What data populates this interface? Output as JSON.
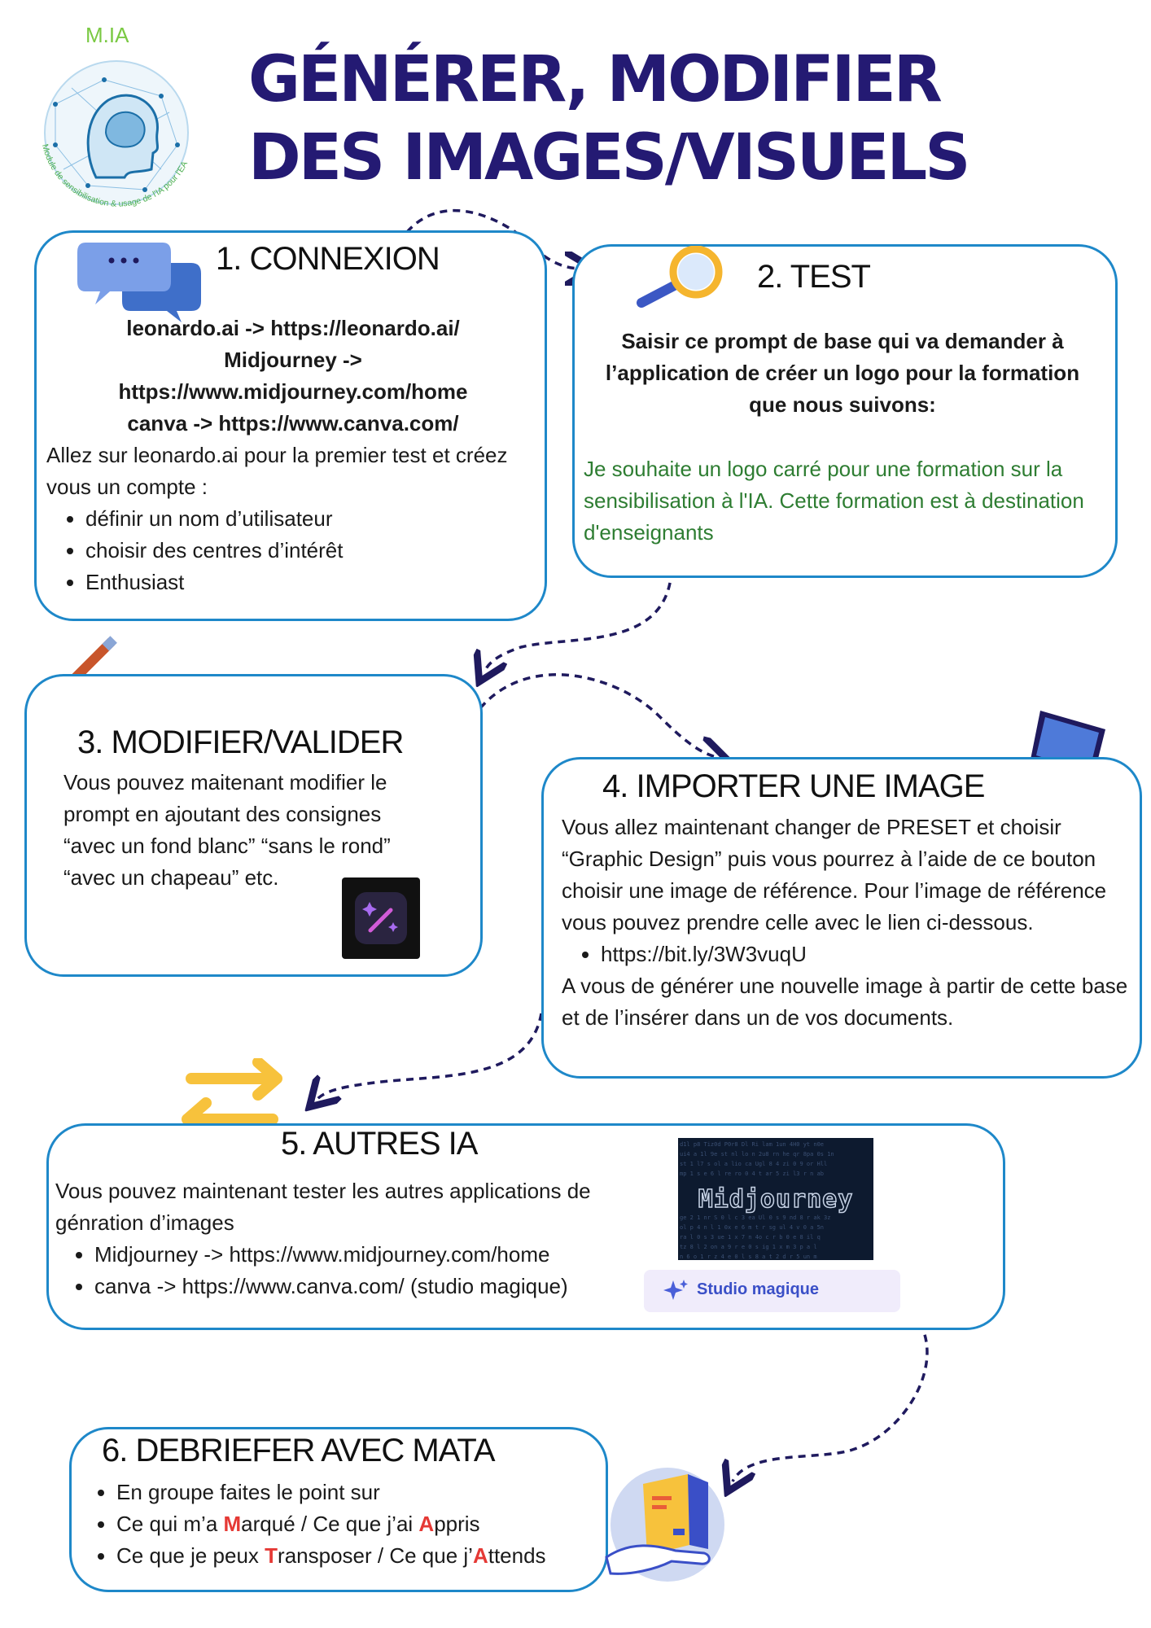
{
  "logo": {
    "label": "M.IA",
    "caption": "Module de sensibilisation & usage de l'IA pour l'EA"
  },
  "title": {
    "line1": "GÉNÉRER, MODIFIER",
    "line2": "DES IMAGES/VISUELS"
  },
  "step1": {
    "heading": "1. CONNEXION",
    "links": [
      "leonardo.ai -> https://leonardo.ai/",
      "Midjourney ->",
      "https://www.midjourney.com/home",
      "canva  -> https://www.canva.com/"
    ],
    "intro": "Allez sur leonardo.ai pour la premier test et créez vous un compte :",
    "items": [
      "définir un nom d’utilisateur",
      "choisir des centres d’intérêt",
      "Enthusiast"
    ]
  },
  "step2": {
    "heading": "2. TEST",
    "instruction": "Saisir ce prompt de base qui va demander à l’application de créer un logo pour la formation que nous suivons:",
    "prompt": "Je souhaite un logo carré pour une formation sur la sensibilisation à l'IA. Cette formation est à destination d'enseignants"
  },
  "step3": {
    "heading": "3.  MODIFIER/VALIDER",
    "text": "Vous pouvez maitenant modifier le prompt en ajoutant des consignes “avec un fond blanc” “sans le rond” “avec un chapeau” etc."
  },
  "step4": {
    "heading": "4. IMPORTER UNE IMAGE",
    "text": "Vous allez maintenant changer de PRESET et choisir “Graphic Design” puis vous pourrez à l’aide de ce bouton choisir une image de référence. Pour l’image de référence vous pouvez prendre celle avec le lien ci-dessous.",
    "link": "https://bit.ly/3W3vuqU",
    "text2": "A vous de générer une nouvelle image à partir de cette base et de l’insérer dans un de vos documents."
  },
  "step5": {
    "heading": "5. AUTRES IA",
    "text": "Vous pouvez maintenant tester les autres applications de génration d’images",
    "items": [
      "Midjourney -> https://www.midjourney.com/home",
      "canva -> https://www.canva.com/ (studio magique)"
    ],
    "midjourney_label": "Midjourney",
    "studio_label": "Studio magique"
  },
  "step6": {
    "heading": "6.  DEBRIEFER AVEC  MATA",
    "item1": "En groupe faites le point sur",
    "item2": {
      "a": "Ce qui m’a ",
      "m": "M",
      "b": "arqué / Ce que j’ai ",
      "ap": "A",
      "c": "ppris"
    },
    "item3": {
      "a": "Ce que je peux ",
      "t": "T",
      "b": "ransposer / Ce que j’",
      "at": "A",
      "c": "ttends"
    }
  },
  "colors": {
    "title": "#241a73",
    "box_border": "#1e88c9",
    "prompt_green": "#2e7d32",
    "highlight_red": "#e53935",
    "arrow_navy": "#1f1a5e"
  }
}
